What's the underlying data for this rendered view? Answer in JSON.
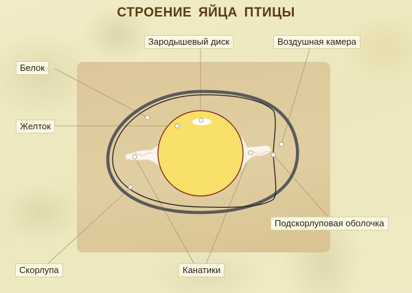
{
  "title": "СТРОЕНИЕ  ЯЙЦА ПТИЦЫ",
  "labels": {
    "embryonic_disc": "Зародышевый диск",
    "air_cell": "Воздушная камера",
    "albumen": "Белок",
    "yolk": "Желток",
    "shell_membrane": "Подскорлуповая оболочка",
    "shell": "Скорлупа",
    "chalazae": "Канатики"
  },
  "colors": {
    "title": "#5a3a12",
    "background": "#efeac0",
    "panel": "#dcc79a",
    "yolk_fill": "#f8e06a",
    "yolk_stroke": "#8a1c0c",
    "shell": "#555555",
    "membrane": "#222222",
    "leader_line": "#a89870"
  }
}
